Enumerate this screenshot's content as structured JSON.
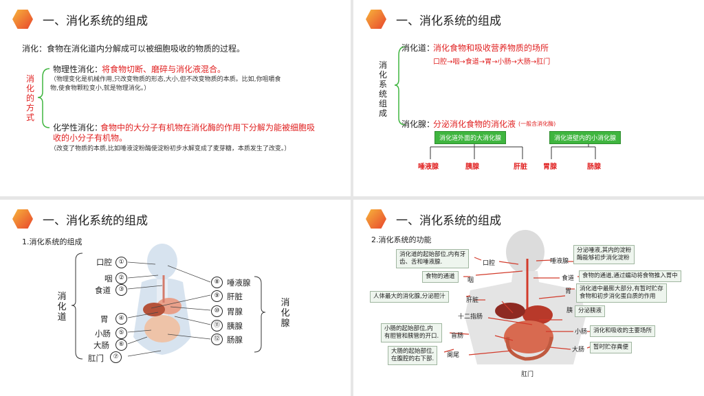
{
  "common": {
    "title": "一、消化系统的组成"
  },
  "slide1": {
    "def": "消化：食物在消化道内分解成可以被细胞吸收的物质的过程。",
    "side": "消化的方式",
    "phys_label": "物理性消化：",
    "phys_text": "将食物切断、磨碎与消化液混合。",
    "phys_note1": "（物理变化是机械作用,只改变物质的形态,大小,但不改变物质的本质。比如,你咀嚼食",
    "phys_note2": "物,使食物颗粒变小,就是物理消化。）",
    "chem_label": "化学性消化：",
    "chem_text1": "食物中的大分子有机物在消化酶的作用下分解为能被细胞吸",
    "chem_text2": "收的小分子有机物。",
    "chem_note": "（改变了物质的本质,比如唾液淀粉酶使淀粉初步水解变成了麦芽糖，本质发生了改变。）"
  },
  "slide2": {
    "side": "消化系统组成",
    "tract_label": "消化道：",
    "tract_text": "消化食物和吸收营养物质的场所",
    "tract_path": "口腔→咽→食道→胃→小肠→大肠→肛门",
    "gland_label": "消化腺：",
    "gland_text": "分泌消化食物的消化液",
    "gland_note": "(一般含消化酶)",
    "outer": "消化道外面的大消化腺",
    "inner": "消化道壁内的小消化腺",
    "glands": [
      "唾液腺",
      "胰腺",
      "肝脏",
      "胃腺",
      "肠腺"
    ]
  },
  "slide3": {
    "subtitle": "1.消化系统的组成",
    "left_group": "消化道",
    "right_group": "消化腺",
    "left": [
      {
        "n": "①",
        "t": "口腔"
      },
      {
        "n": "②",
        "t": "咽"
      },
      {
        "n": "③",
        "t": "食道"
      },
      {
        "n": "④",
        "t": "胃"
      },
      {
        "n": "⑤",
        "t": "小肠"
      },
      {
        "n": "⑥",
        "t": "大肠"
      },
      {
        "n": "⑦",
        "t": "肛门"
      }
    ],
    "right": [
      {
        "n": "⑧",
        "t": "唾液腺"
      },
      {
        "n": "⑨",
        "t": "肝脏"
      },
      {
        "n": "⑩",
        "t": "胃腺"
      },
      {
        "n": "⑪",
        "t": "胰腺"
      },
      {
        "n": "⑫",
        "t": "肠腺"
      }
    ]
  },
  "slide4": {
    "subtitle": "2.消化系统的功能",
    "labels": {
      "kouqiang": "口腔",
      "yan": "咽",
      "tuoye": "唾液腺",
      "shidao": "食道",
      "wei": "胃",
      "gan": "肝脏",
      "shier": "十二指肠",
      "yi": "胰",
      "mang": "盲肠",
      "xiao": "小肠",
      "lan": "阑尾",
      "da": "大肠",
      "gang": "肛门"
    },
    "boxes": {
      "b1a": "消化道的起始部位,内有牙",
      "b1b": "齿、舌和唾液腺.",
      "b2": "食物的通道",
      "b3": "人体最大的消化腺,分泌胆汁",
      "b4a": "小肠的起始部位,内",
      "b4b": "有胆管和胰管的开口.",
      "b5a": "大肠的起始部位,",
      "b5b": "在腹腔的右下部.",
      "r1a": "分泌唾液,其内的淀粉",
      "r1b": "酶能够初步消化淀粉",
      "r2": "食物的通道,通过蠕动将食物推入胃中",
      "r3a": "消化道中最膨大部分,有暂时贮存",
      "r3b": "食物和初步消化蛋白质的作用",
      "r4": "分泌胰液",
      "r5": "消化和吸收的主要场所",
      "r6": "暂时贮存粪便"
    }
  }
}
